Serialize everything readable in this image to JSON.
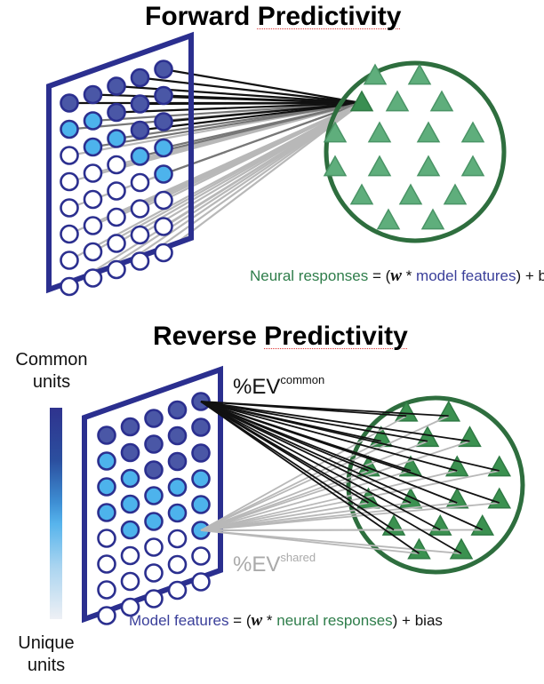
{
  "forward": {
    "title_prefix": "Forward ",
    "title_underlined": "Predictivity",
    "equation": {
      "lhs": "Neural responses",
      "eq_open": " = (",
      "w": "w",
      "times": " * ",
      "rhs_term": "model features",
      "close_bias": ") + bias"
    },
    "grid": {
      "rows": 8,
      "cols": 5,
      "fill_pattern": [
        [
          "dark",
          "dark",
          "dark",
          "dark",
          "dark"
        ],
        [
          "light",
          "light",
          "dark",
          "dark",
          "dark"
        ],
        [
          "none",
          "light",
          "light",
          "dark",
          "dark"
        ],
        [
          "none",
          "none",
          "none",
          "light",
          "light"
        ],
        [
          "none",
          "none",
          "none",
          "none",
          "light"
        ],
        [
          "none",
          "none",
          "none",
          "none",
          "none"
        ],
        [
          "none",
          "none",
          "none",
          "none",
          "none"
        ],
        [
          "none",
          "none",
          "none",
          "none",
          "none"
        ]
      ]
    },
    "neuron_population_count": 18
  },
  "reverse": {
    "title_prefix": "Reverse ",
    "title_underlined": "Predictivity",
    "equation": {
      "lhs": "Model features",
      "eq_open": " = (",
      "w": "w",
      "times": " * ",
      "rhs_term": "neural responses",
      "close_bias": ") + bias"
    },
    "ev_common": {
      "base": "%EV",
      "sup": "common"
    },
    "ev_shared": {
      "base": "%EV",
      "sup": "shared"
    },
    "scale": {
      "top_label_line1": "Common",
      "top_label_line2": "units",
      "bottom_label_line1": "Unique",
      "bottom_label_line2": "units"
    },
    "grid": {
      "rows": 8,
      "cols": 5,
      "fill_pattern": [
        [
          "dark",
          "dark",
          "dark",
          "dark",
          "dark"
        ],
        [
          "light",
          "dark",
          "dark",
          "dark",
          "dark"
        ],
        [
          "light",
          "light",
          "dark",
          "dark",
          "dark"
        ],
        [
          "light",
          "light",
          "light",
          "light",
          "light"
        ],
        [
          "none",
          "light",
          "light",
          "light",
          "light"
        ],
        [
          "none",
          "none",
          "none",
          "none",
          "light"
        ],
        [
          "none",
          "none",
          "none",
          "none",
          "none"
        ],
        [
          "none",
          "none",
          "none",
          "none",
          "none"
        ]
      ]
    },
    "neuron_population_count": 18
  },
  "colors": {
    "frame_blue": "#2b2f8f",
    "unit_dark": "#4a57a6",
    "unit_light": "#4db3ec",
    "unit_ring": "#2b2f8f",
    "neuron_green": "#5fae7c",
    "neuron_green_edge": "#4a9466",
    "neuron_green_active": "#3a8f52",
    "circle_green": "#2e6e3e",
    "line_black": "#111111",
    "line_grey": "#b8b8b8",
    "line_darkgrey": "#777777"
  }
}
